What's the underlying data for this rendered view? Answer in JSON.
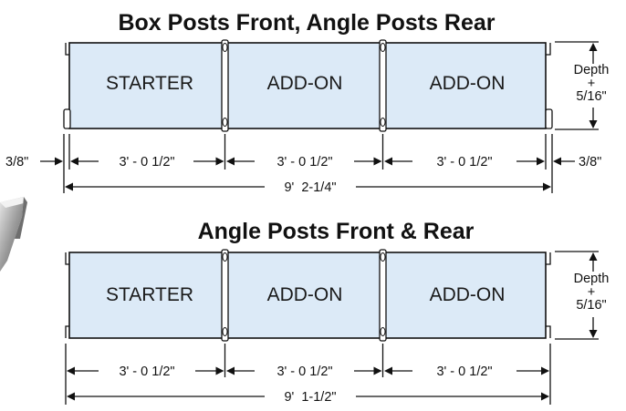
{
  "colors": {
    "bay_fill": "#dceaf7",
    "stroke": "#111111",
    "background": "#ffffff"
  },
  "diagrams": [
    {
      "title": "Box Posts Front, Angle Posts Rear",
      "bays": [
        "STARTER",
        "ADD-ON",
        "ADD-ON"
      ],
      "bay_dims": [
        "3' - 0 1/2\"",
        "3' - 0 1/2\"",
        "3' - 0 1/2\""
      ],
      "left_offset": "3/8\"",
      "right_offset": "3/8\"",
      "total": "9'  2-1/4\"",
      "depth_label": "Depth",
      "depth_plus": "+",
      "depth_value": "5/16\""
    },
    {
      "title": "Angle Posts Front & Rear",
      "bays": [
        "STARTER",
        "ADD-ON",
        "ADD-ON"
      ],
      "bay_dims": [
        "3' - 0 1/2\"",
        "3' - 0 1/2\"",
        "3' - 0 1/2\""
      ],
      "total": "9'  1-1/2\"",
      "depth_label": "Depth",
      "depth_plus": "+",
      "depth_value": "5/16\""
    }
  ]
}
